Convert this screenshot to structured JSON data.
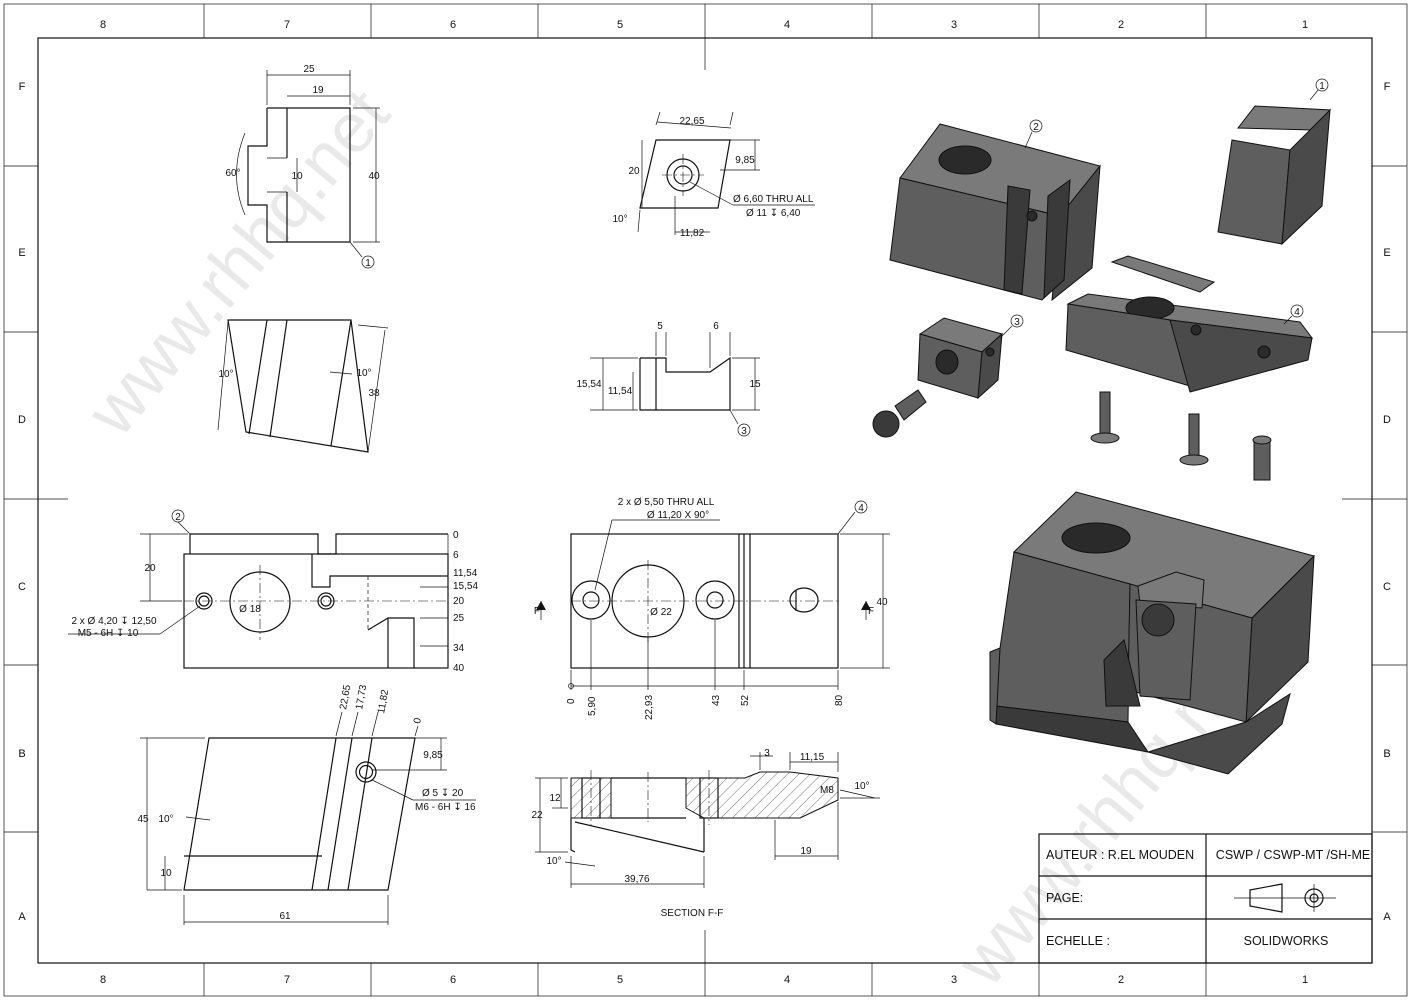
{
  "zones": {
    "columns": [
      "8",
      "7",
      "6",
      "5",
      "4",
      "3",
      "2",
      "1"
    ],
    "rows": [
      "F",
      "E",
      "D",
      "C",
      "B",
      "A"
    ]
  },
  "watermark": "www.rhhq.net",
  "title_block": {
    "author": "AUTEUR :  R.EL MOUDEN",
    "certification": "CSWP / CSWP-MT /SH-ME",
    "page_label": "PAGE:",
    "scale_label": "ECHELLE :",
    "software": "SOLIDWORKS"
  },
  "balloons": {
    "part1": "1",
    "part2": "2",
    "part3": "3",
    "part4": "4"
  },
  "dims_part1_front": {
    "width_total": "25",
    "width_inner": "19",
    "angle": "60°",
    "slot": "10",
    "height": "40"
  },
  "dims_part1_side": {
    "angle_left": "10°",
    "angle_right": "10°",
    "height": "38"
  },
  "dims_part3_top": {
    "width": "22,65",
    "height_right": "9,85",
    "height_left": "20",
    "angle": "10°",
    "offset": "11,82",
    "hole_thru": "Ø 6,60 THRU ALL",
    "counterbore": "Ø 11 ↧ 6,40"
  },
  "dims_part3_front": {
    "slot_left": "5",
    "slot_right": "6",
    "height_outer": "15,54",
    "height_inner": "11,54",
    "height_right": "15"
  },
  "dims_part2": {
    "height": "20",
    "hole_callout_1": "2 x  Ø 4,20 ↧ 12,50",
    "hole_callout_2": "M5 - 6H ↧ 10",
    "bore": "Ø 18",
    "ordinates": [
      "0",
      "6",
      "11,54",
      "15,54",
      "20",
      "25",
      "34",
      "40"
    ]
  },
  "dims_part4_top": {
    "hole_callout_1": "2 x  Ø 5,50 THRU ALL",
    "hole_callout_2": "Ø 11,20 X 90°",
    "bore": "Ø 22",
    "height": "40",
    "ordinates": [
      "0",
      "5,90",
      "22,93",
      "43",
      "52",
      "80"
    ],
    "section_mark": "F"
  },
  "dims_part2_bottom": {
    "ordinates": [
      "22,65",
      "17,73",
      "11,82",
      "0"
    ],
    "offset_right": "9,85",
    "height": "45",
    "angle": "10°",
    "base": "10",
    "width": "61",
    "hole_callout_1": "Ø  5 ↧ 20",
    "hole_callout_2": "M6 - 6H ↧ 16"
  },
  "dims_section": {
    "h_outer": "22",
    "h_inner": "12",
    "angle_bottom": "10°",
    "length": "39,76",
    "top_step": "3",
    "top_len": "11,15",
    "thread": "M8",
    "angle_right": "10°",
    "right_len": "19",
    "label": "SECTION F-F"
  }
}
